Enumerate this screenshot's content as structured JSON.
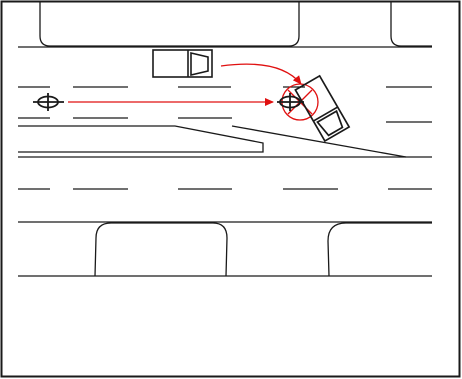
{
  "diagram": {
    "kind": "traffic accident sketch",
    "colors": {
      "road_lines": "#1a1a1a",
      "trajectory": "#e01010",
      "background": "#ffffff"
    },
    "elements": {
      "car_1": {
        "icon": "car-icon",
        "state": "driving along upper lane"
      },
      "car_2": {
        "icon": "car-icon",
        "state": "rotated after collision"
      },
      "bicycle_start": {
        "icon": "bicycle-icon"
      },
      "bicycle_impact": {
        "icon": "bicycle-icon"
      },
      "collision_mark": {
        "icon": "collision-circle-icon"
      }
    }
  }
}
